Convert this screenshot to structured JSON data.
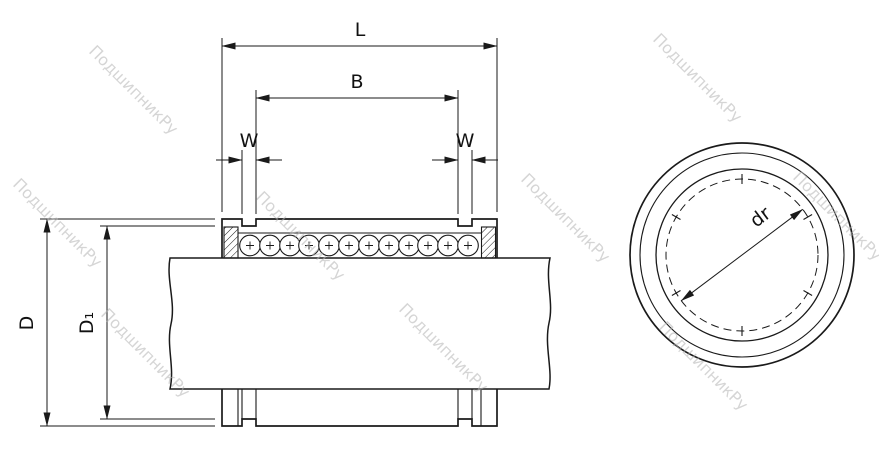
{
  "labels": {
    "length": "L",
    "between_grooves": "B",
    "groove_width": "W",
    "outer_diameter": "D",
    "groove_diameter": "D₁",
    "bore_diameter": "dr"
  },
  "watermark": {
    "text": "ПодшипникРу"
  },
  "colors": {
    "line": "#1a1a1a",
    "watermark": "#b4b4b4",
    "background": "#ffffff"
  }
}
